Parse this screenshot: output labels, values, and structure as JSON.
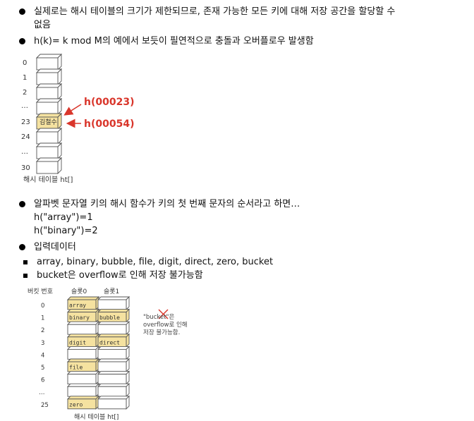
{
  "bullets": {
    "b1_line1": "실제로는 해시 테이블의 크기가 제한되므로, 존재 가능한 모든 키에 대해 저장 공간을 할당할 수",
    "b1_line2": "없음",
    "b2": "h(k)= k mod M의 예에서 보듯이 필연적으로 충돌과 오버플로우 발생함",
    "b3": "알파벳 문자열 키의 해시 함수가 키의 첫 번째 문자의 순서라고 하면…",
    "b3_ex1": "h(\"array\")=1",
    "b3_ex2": "h(\"binary\")=2",
    "b4": "입력데이터",
    "sub1": "array, binary, bubble, file, digit, direct, zero, bucket",
    "sub2": "bucket은 overflow로 인해 저장 불가능함"
  },
  "figure1": {
    "row_labels": [
      "0",
      "1",
      "2",
      "…",
      "23",
      "24",
      "…",
      "30"
    ],
    "cell_23": "김철수",
    "arrow1": "h(00023)",
    "arrow2": "h(00054)",
    "caption": "해시 테이블 ht[]",
    "colors": {
      "arrow": "#d9362b",
      "filled": "#f5e2a0"
    }
  },
  "figure2": {
    "header_bucket": "버킷 번호",
    "header_slot0": "슬롯0",
    "header_slot1": "슬롯1",
    "rows": [
      {
        "label": "0",
        "slot0": "array",
        "slot1": ""
      },
      {
        "label": "1",
        "slot0": "binary",
        "slot1": "bubble"
      },
      {
        "label": "2",
        "slot0": "",
        "slot1": ""
      },
      {
        "label": "3",
        "slot0": "digit",
        "slot1": "direct"
      },
      {
        "label": "4",
        "slot0": "",
        "slot1": ""
      },
      {
        "label": "5",
        "slot0": "file",
        "slot1": ""
      },
      {
        "label": "6",
        "slot0": "",
        "slot1": ""
      },
      {
        "label": "…",
        "slot0": "",
        "slot1": ""
      },
      {
        "label": "25",
        "slot0": "zero",
        "slot1": ""
      }
    ],
    "note_line1": "\"bucket\"은",
    "note_line2": "overflow로 인해",
    "note_line3": "저장 불가능함.",
    "caption": "해시 테이블 ht[]"
  }
}
